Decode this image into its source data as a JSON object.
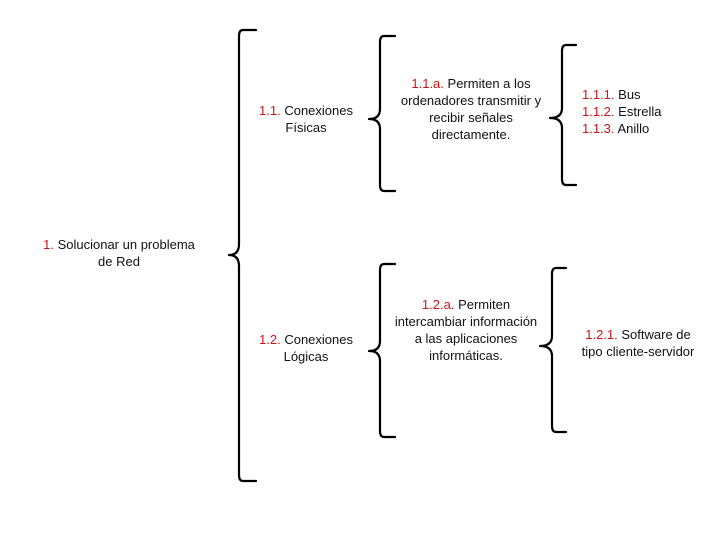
{
  "colors": {
    "number": "#d01414",
    "text": "#111111",
    "brace": "#000000"
  },
  "root": {
    "num": "1.",
    "line1": "Solucionar  un problema",
    "line2": "de Red"
  },
  "physical": {
    "num": "1.1.",
    "line1": "Conexiones",
    "line2": "Físicas",
    "desc": {
      "num": "1.1.a.",
      "line1": "Permiten a los",
      "line2": "ordenadores transmitir y",
      "line3": "recibir señales",
      "line4": "directamente."
    },
    "items": [
      {
        "num": "1.1.1.",
        "label": "Bus"
      },
      {
        "num": "1.1.2.",
        "label": "Estrella"
      },
      {
        "num": "1.1.3.",
        "label": "Anillo"
      }
    ]
  },
  "logical": {
    "num": "1.2.",
    "line1": "Conexiones",
    "line2": "Lógicas",
    "desc": {
      "num": "1.2.a.",
      "line1": "Permiten",
      "line2": "intercambiar información",
      "line3": "a las aplicaciones",
      "line4": "informáticas."
    },
    "items": [
      {
        "num": "1.2.1.",
        "line1": "Software de",
        "line2": "tipo cliente-servidor"
      }
    ]
  }
}
